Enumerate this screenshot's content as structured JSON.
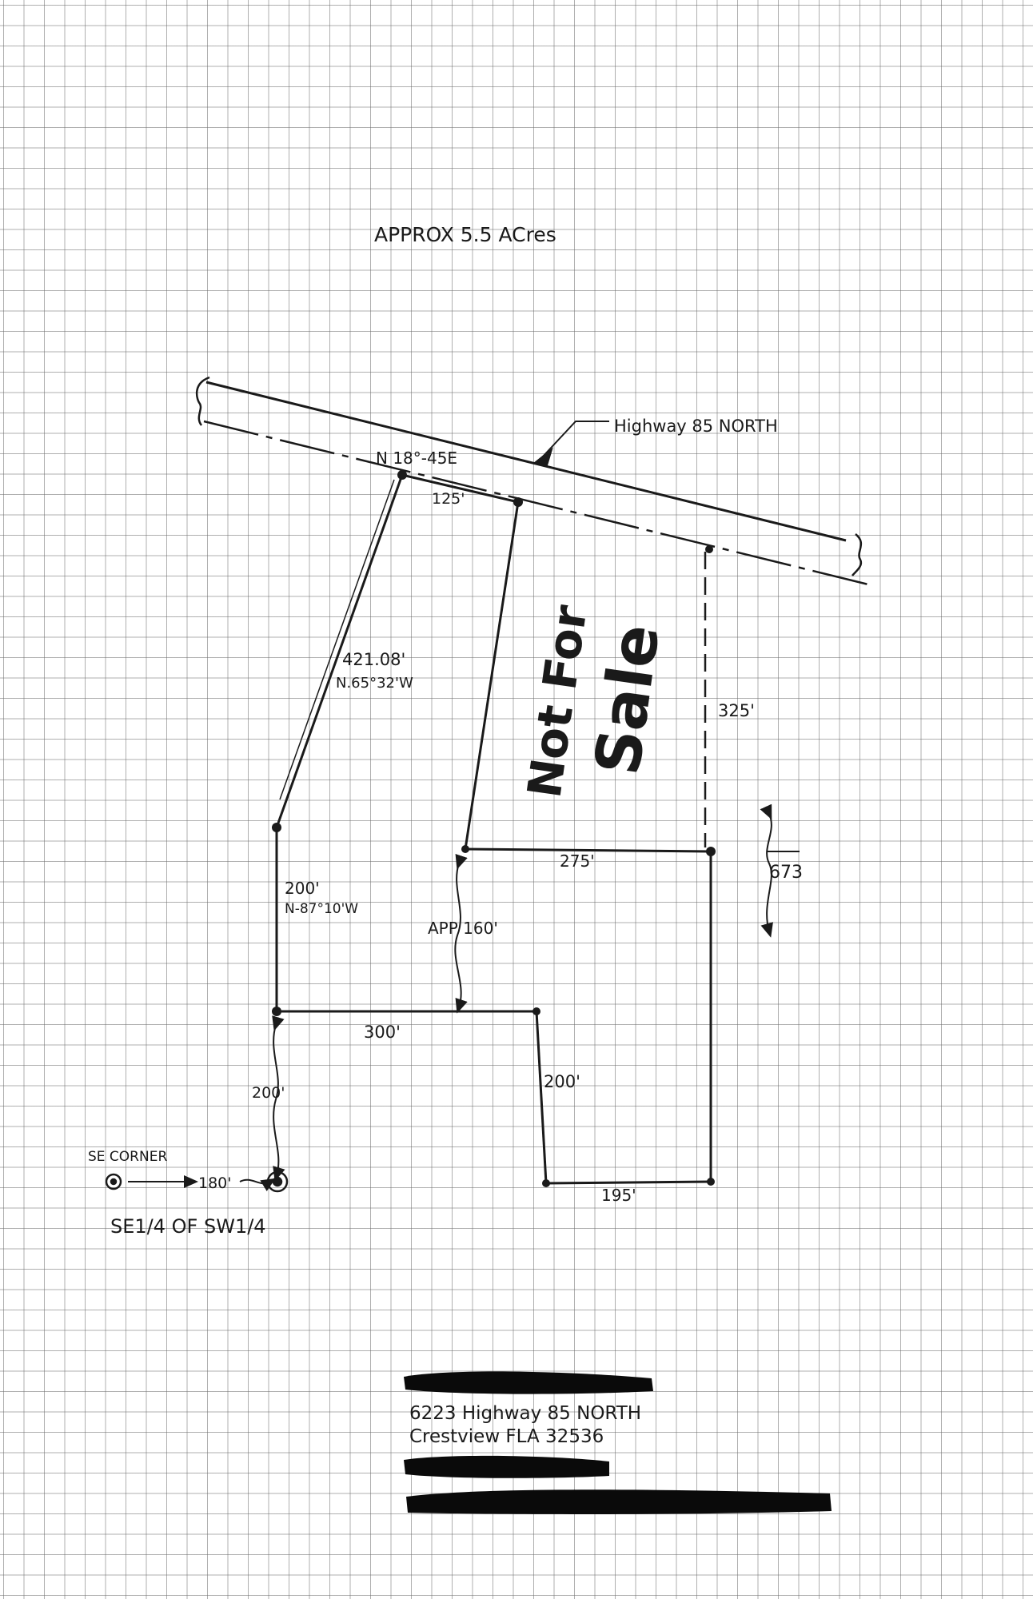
{
  "drawing": {
    "title": "APPROX 5.5 ACres",
    "highway_label": "Highway 85 NORTH",
    "stamp": {
      "line1": "Not For",
      "line2": "Sale"
    },
    "corner_label": "SE CORNER",
    "quarter_label": "SE1/4 OF SW1/4"
  },
  "dimensions": {
    "bearing_top": "N 18°-45E",
    "top_side": "125'",
    "diagonal_length": "421.08'",
    "diagonal_bearing": "N.65°32'W",
    "right_side": "325'",
    "mid_width": "275'",
    "right_small": "673",
    "west_side": "200'",
    "west_bearing": "N-87°10'W",
    "app_length": "APP 160'",
    "south_width": "300'",
    "step_side": "200'",
    "bottom_width": "195'",
    "south_extension": "200'",
    "corner_offset": "180'"
  },
  "address": {
    "line1": "6223 Highway 85 NORTH",
    "line2": "Crestview FLA 32536"
  },
  "colors": {
    "ink": "#1a1a1a",
    "redaction": "#0a0a0a"
  }
}
